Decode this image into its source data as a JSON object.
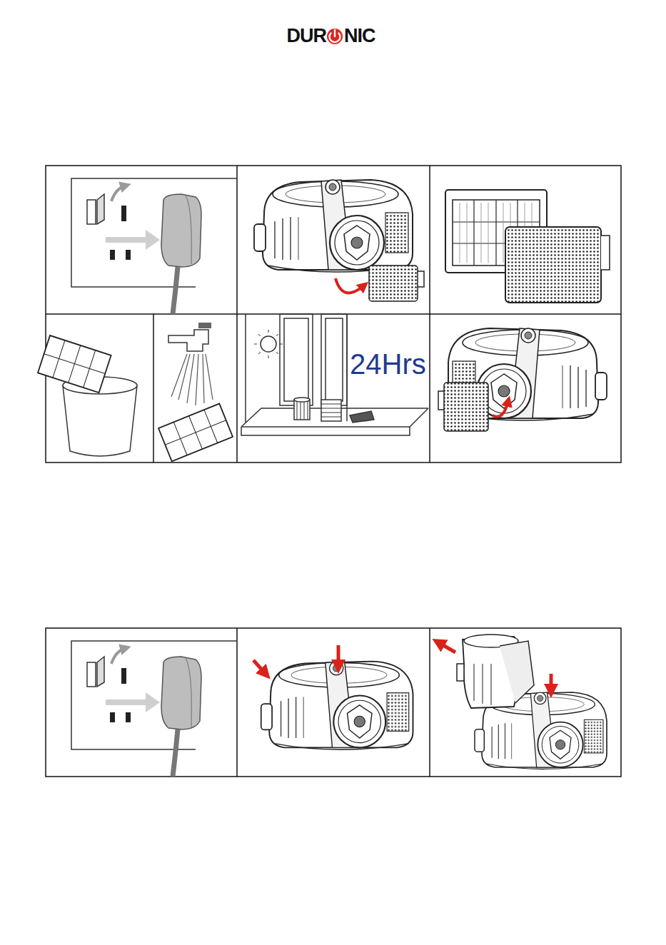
{
  "diagram": {
    "labels": [
      "DUR",
      "NIC",
      "24Hrs"
    ]
  }
}
